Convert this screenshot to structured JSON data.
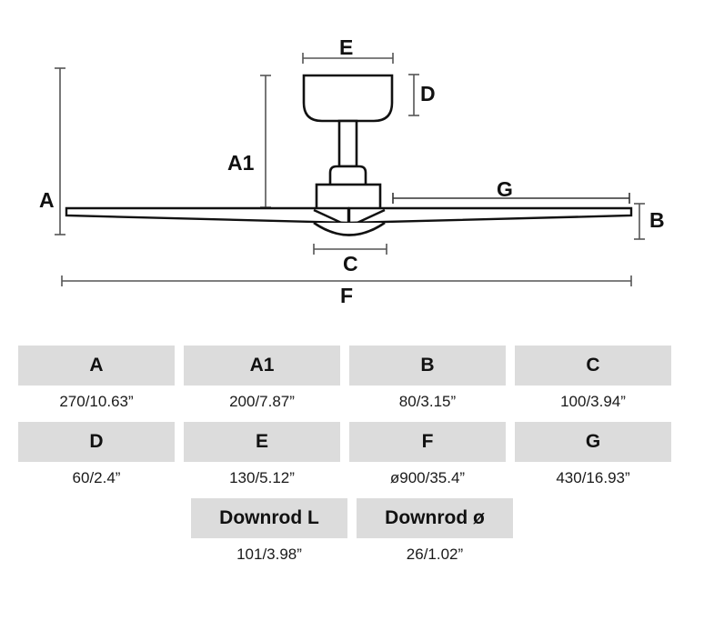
{
  "diagram": {
    "labels": [
      {
        "key": "A",
        "text": "A"
      },
      {
        "key": "A1",
        "text": "A1"
      },
      {
        "key": "B",
        "text": "B"
      },
      {
        "key": "C",
        "text": "C"
      },
      {
        "key": "D",
        "text": "D"
      },
      {
        "key": "E",
        "text": "E"
      },
      {
        "key": "F",
        "text": "F"
      },
      {
        "key": "G",
        "text": "G"
      }
    ],
    "product": "ceiling-fan-elevation-drawing"
  },
  "table": {
    "rows": [
      {
        "cells": [
          {
            "header": "A",
            "value": "270/10.63”"
          },
          {
            "header": "A1",
            "value": "200/7.87”"
          },
          {
            "header": "B",
            "value": "80/3.15”"
          },
          {
            "header": "C",
            "value": "100/3.94”"
          }
        ]
      },
      {
        "cells": [
          {
            "header": "D",
            "value": "60/2.4”"
          },
          {
            "header": "E",
            "value": "130/5.12”"
          },
          {
            "header": "F",
            "value": "ø900/35.4”"
          },
          {
            "header": "G",
            "value": "430/16.93”"
          }
        ]
      },
      {
        "cells": [
          {
            "header": "Downrod L",
            "value": "101/3.98”"
          },
          {
            "header": "Downrod ø",
            "value": "26/1.02”"
          }
        ]
      }
    ]
  },
  "colors": {
    "header_background": "#dcdcdc",
    "line": "#111111",
    "dimension_line": "#555555",
    "page_background": "#ffffff"
  }
}
